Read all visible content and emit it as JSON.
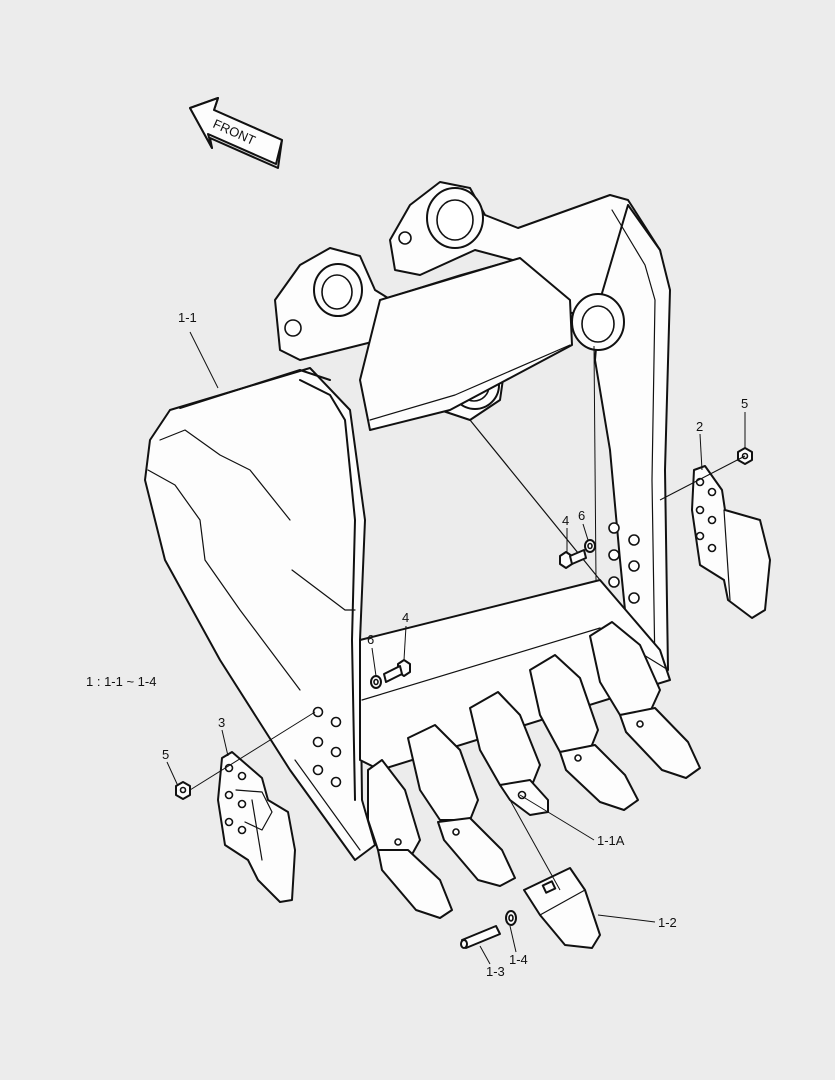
{
  "diagram": {
    "front_arrow_text": "FRONT",
    "assembly_note": "1 : 1-1 ~ 1-4",
    "callouts": {
      "c_1_1": "1-1",
      "c_2": "2",
      "c_5_right": "5",
      "c_4_right": "4",
      "c_6_right": "6",
      "c_6_left": "6",
      "c_4_left": "4",
      "c_3": "3",
      "c_5_left": "5",
      "c_1_1a": "1-1A",
      "c_1_2": "1-2",
      "c_1_3": "1-3",
      "c_1_4": "1-4"
    }
  }
}
